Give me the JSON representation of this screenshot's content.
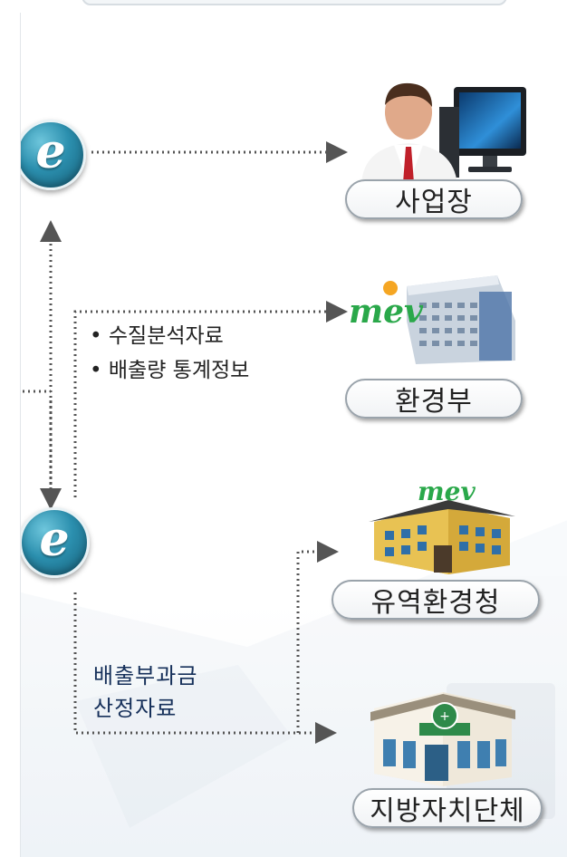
{
  "nodes": {
    "workplace": {
      "label": "사업장",
      "icon": "businessman-computer-icon"
    },
    "ministry": {
      "label": "환경부",
      "icon": "ministry-building-icon"
    },
    "basin_office": {
      "label": "유역환경청",
      "icon": "basin-office-building-icon"
    },
    "local_government": {
      "label": "지방자치단체",
      "icon": "local-government-building-icon"
    }
  },
  "hubs": [
    {
      "icon": "internet-explorer-icon",
      "glyph": "e"
    },
    {
      "icon": "internet-explorer-icon",
      "glyph": "e"
    }
  ],
  "ministry_data": {
    "items": [
      "• 수질분석자료",
      "• 배출량 통계정보"
    ]
  },
  "charge_data": {
    "lines": [
      "배출부과금",
      "산정자료"
    ]
  },
  "logo_text": "mev",
  "colors": {
    "ie_blue": "#2b8fae",
    "connector": "#555555",
    "note_text": "#16305a"
  }
}
